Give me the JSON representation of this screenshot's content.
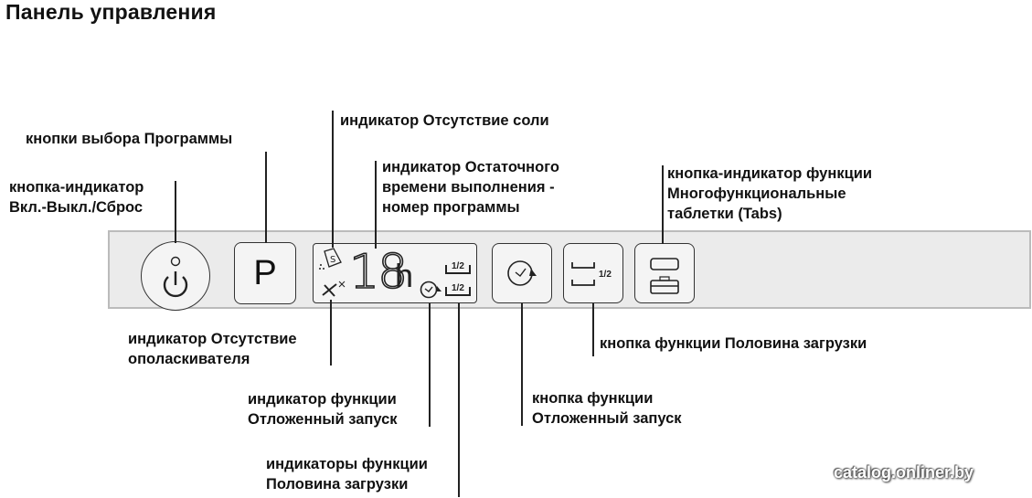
{
  "title": "Панель управления",
  "labels": {
    "power": [
      "кнопка-индикатор",
      "Вкл.-Выкл./Сброс"
    ],
    "program_buttons": "кнопки выбора Программы",
    "no_salt": "индикатор Отсутствие соли",
    "remaining_time": [
      "индикатор Остаточного",
      "времени выполнения -",
      "номер программы"
    ],
    "tabs": [
      "кнопка-индикатор функции",
      "Многофункциональные",
      "таблетки (Tabs)"
    ],
    "no_rinse_aid": [
      "индикатор Отсутствие",
      "ополаскивателя"
    ],
    "delay_indicator": [
      "индикатор функции",
      "Отложенный запуск"
    ],
    "half_load_indicators": [
      "индикаторы функции",
      "Половина загрузки"
    ],
    "delay_button": [
      "кнопка функции",
      "Отложенный запуск"
    ],
    "half_load_button": "кнопка функции Половина загрузки"
  },
  "panel": {
    "program_key": "P",
    "display_digits": "18",
    "display_unit": "h",
    "half_label": "1/2"
  },
  "watermark": "catalog.onliner.by"
}
